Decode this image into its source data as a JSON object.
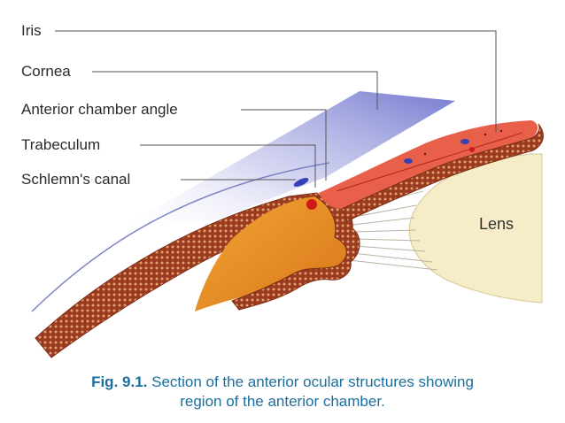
{
  "labels": {
    "iris": "Iris",
    "cornea": "Cornea",
    "anterior_chamber_angle": "Anterior chamber angle",
    "trabeculum": "Trabeculum",
    "schlemms_canal": "Schlemn's canal",
    "lens": "Lens"
  },
  "caption": {
    "figure_number": "Fig. 9.1.",
    "line1": "Section of the anterior ocular structures showing",
    "line2": "region of the anterior chamber."
  },
  "colors": {
    "cornea_plane": "#8a8fd6",
    "iris_tissue": "#e9604a",
    "pigment_border": "#9a3b20",
    "ciliary_body": "#e7921c",
    "lens": "#f6ecc7",
    "vessel_blue": "#3640b5",
    "vessel_red": "#d01a1a",
    "caption_text": "#1c6e9c"
  }
}
